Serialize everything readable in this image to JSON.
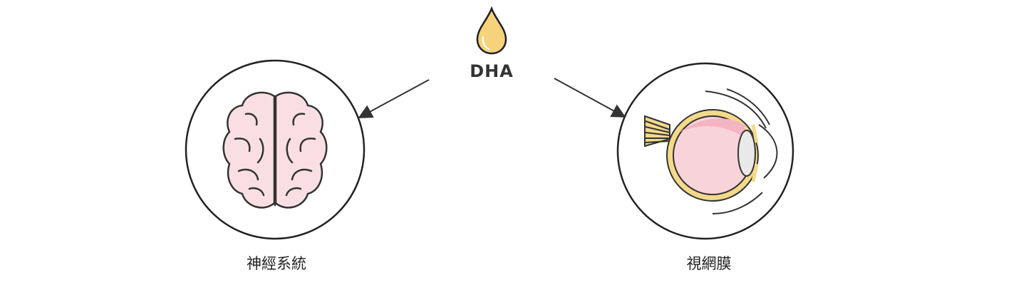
{
  "source": {
    "label": "DHA",
    "icon": "oil-drop-icon",
    "color": "#f6d27a"
  },
  "targets": [
    {
      "label": "神經系統",
      "icon": "brain-icon",
      "color": "#f9dfe3"
    },
    {
      "label": "視網膜",
      "icon": "eye-icon",
      "color": "#f5c6ce"
    }
  ]
}
